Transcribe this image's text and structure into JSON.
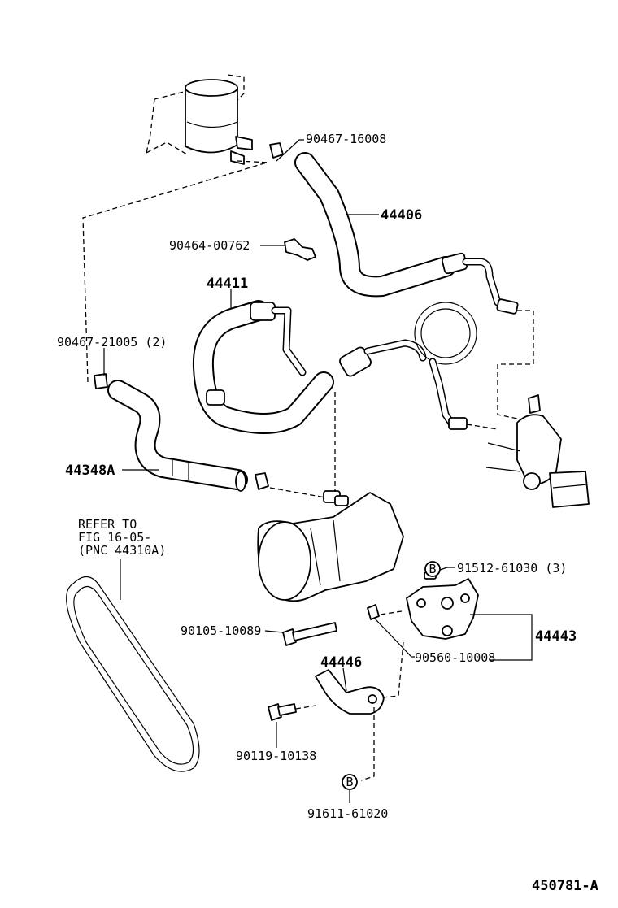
{
  "labels": {
    "p90467_16008": "90467-16008",
    "p44406": "44406",
    "p90464_00762": "90464-00762",
    "p44411": "44411",
    "p90467_21005": "90467-21005 (2)",
    "p44348A": "44348A",
    "refer_line1": "REFER TO",
    "refer_line2": "FIG 16-05-",
    "refer_line3": "(PNC 44310A)",
    "p91512_61030": "91512-61030 (3)",
    "p90105_10089": "90105-10089",
    "p44443": "44443",
    "p44446": "44446",
    "p90560_10008": "90560-10008",
    "p90119_10138": "90119-10138",
    "p91611_61020": "91611-61020",
    "marker_b_top": "B",
    "marker_b_bottom": "B",
    "figure_id": "450781-A"
  }
}
